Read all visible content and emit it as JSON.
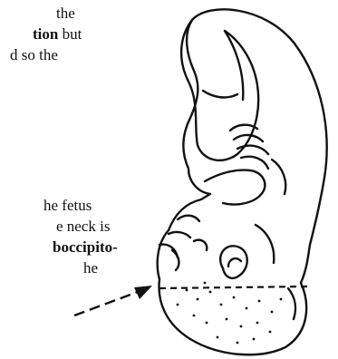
{
  "top_paragraph": {
    "line1": "the",
    "line2_bold": "tion",
    "line2_rest": " but",
    "line3": "d so the"
  },
  "bottom_paragraph": {
    "line1": "he fetus",
    "line2": "e neck is",
    "line3_bold": "boccipito-",
    "line4": "he"
  },
  "figure": {
    "icon": "fetus-flexed-head-down-illustration",
    "measurement_line": "dashed-line",
    "pointer": "arrow-icon"
  }
}
